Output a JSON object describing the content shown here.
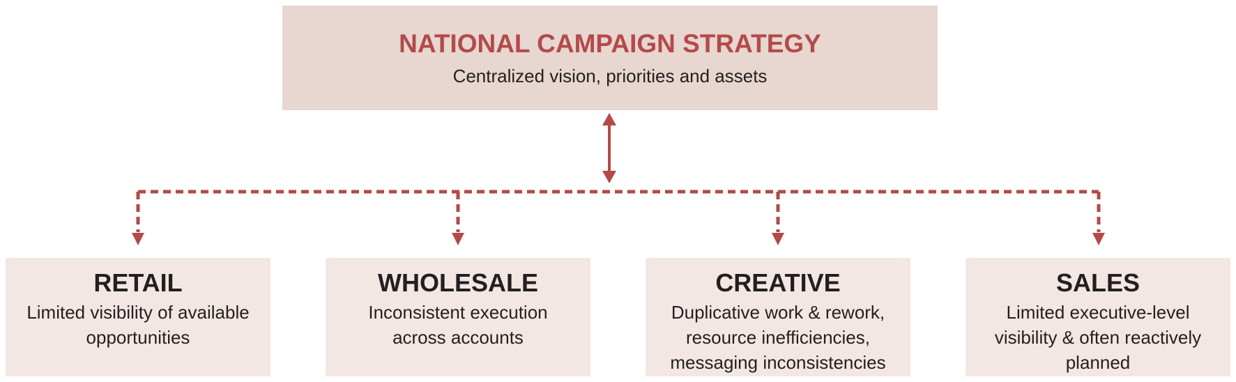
{
  "top": {
    "title": "NATIONAL CAMPAIGN STRATEGY",
    "subtitle": "Centralized vision, priorities and assets"
  },
  "boxes": [
    {
      "title": "RETAIL",
      "lines": [
        "Limited visibility of available",
        "opportunities"
      ]
    },
    {
      "title": "WHOLESALE",
      "lines": [
        "Inconsistent execution",
        "across accounts"
      ]
    },
    {
      "title": "CREATIVE",
      "lines": [
        "Duplicative work & rework,",
        "resource inefficiencies,",
        "messaging inconsistencies"
      ]
    },
    {
      "title": "SALES",
      "lines": [
        "Limited executive-level",
        "visibility & often reactively",
        "planned"
      ]
    }
  ],
  "colors": {
    "accent": "#b34a4a",
    "top_box_fill": "#e8d6d0",
    "box_fill": "#f2e7e3",
    "text": "#231f20"
  }
}
